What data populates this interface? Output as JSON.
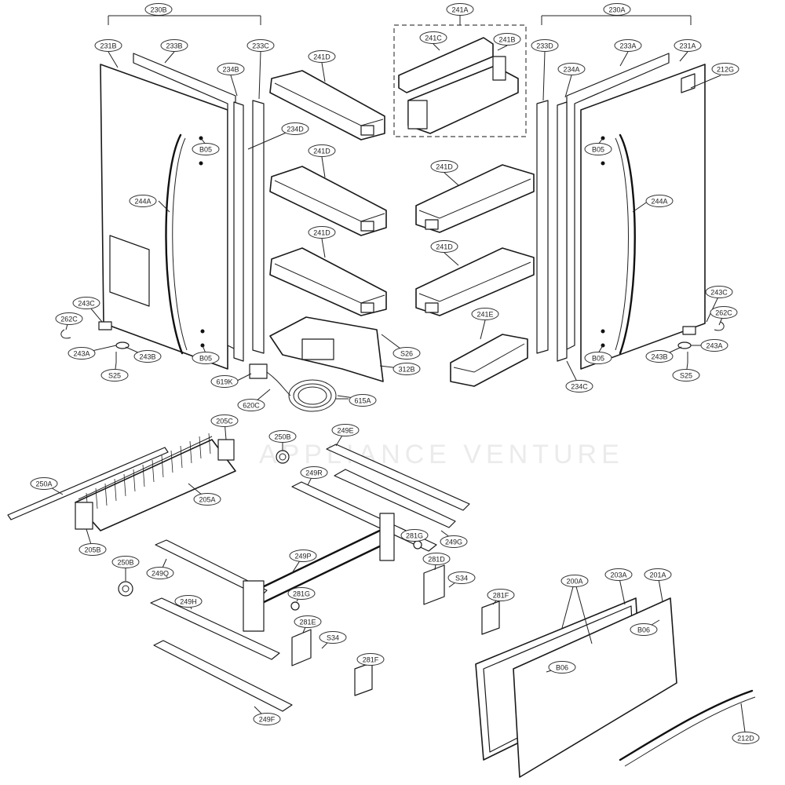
{
  "watermark": "APPLIANCE VENTURE",
  "labels": {
    "l230B": "230B",
    "l231B": "231B",
    "l233B": "233B",
    "l233C": "233C",
    "l234B": "234B",
    "l234D": "234D",
    "l241A": "241A",
    "l241C": "241C",
    "l241B": "241B",
    "l241D_1": "241D",
    "l241D_2": "241D",
    "l241D_3": "241D",
    "l241D_4": "241D",
    "l241D_5": "241D",
    "l241E": "241E",
    "l230A": "230A",
    "l233D": "233D",
    "l233A": "233A",
    "l231A": "231A",
    "l234A": "234A",
    "l212G": "212G",
    "lB05_1": "B05",
    "lB05_2": "B05",
    "lB05_3": "B05",
    "lB05_4": "B05",
    "l244A_L": "244A",
    "l244A_R": "244A",
    "l243C_L": "243C",
    "l262C_L": "262C",
    "l243A_L": "243A",
    "l243B_L": "243B",
    "lS25_L": "S25",
    "l243C_R": "243C",
    "l262C_R": "262C",
    "l243A_R": "243A",
    "l243B_R": "243B",
    "lS25_R": "S25",
    "lS26": "S26",
    "l312B": "312B",
    "l619K": "619K",
    "l620C": "620C",
    "l615A": "615A",
    "l234C": "234C",
    "l205C": "205C",
    "l250B_1": "250B",
    "l249E": "249E",
    "l250A": "250A",
    "l205A": "205A",
    "l249R": "249R",
    "l205B": "205B",
    "l281G_1": "281G",
    "l249G": "249G",
    "l250B_2": "250B",
    "l249Q": "249Q",
    "l249P": "249P",
    "l281D": "281D",
    "lS34_1": "S34",
    "l281G_2": "281G",
    "l249H": "249H",
    "l281E": "281E",
    "lS34_2": "S34",
    "l281F_1": "281F",
    "l281F_2": "281F",
    "l249F": "249F",
    "l200A": "200A",
    "l203A": "203A",
    "l201A": "201A",
    "lB06_1": "B06",
    "lB06_2": "B06",
    "l212D": "212D"
  }
}
